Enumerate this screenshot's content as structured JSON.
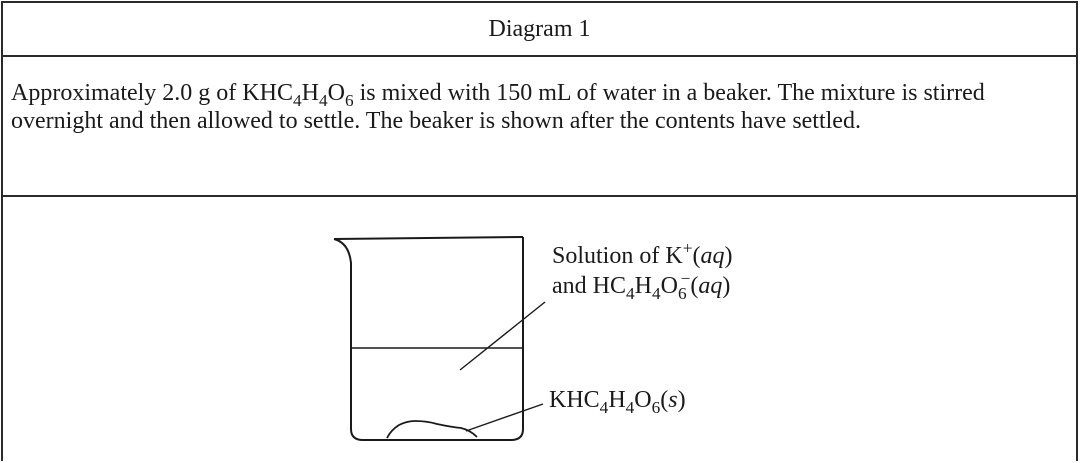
{
  "title": "Diagram 1",
  "intro": {
    "compound": {
      "base": "KHC",
      "n1": "4",
      "h": "H",
      "n2": "4",
      "o": "O",
      "n3": "6"
    },
    "before": "Approximately 2.0 g of ",
    "after": " is mixed with 150 mL of water in a beaker. The mixture is stirred overnight and then allowed to settle. The beaker is shown after the contents have settled."
  },
  "labels": {
    "solution_line1_prefix": "Solution of K",
    "solution_line1_charge": "+",
    "solution_line1_state": "aq",
    "solution_line2_prefix": "and HC",
    "solution_line2_n1": "4",
    "solution_line2_h": "H",
    "solution_line2_n2": "4",
    "solution_line2_o": "O",
    "solution_line2_n3": "6",
    "solution_line2_charge": "−",
    "solution_line2_state": "aq",
    "solid_prefix": "KHC",
    "solid_n1": "4",
    "solid_h": "H",
    "solid_n2": "4",
    "solid_o": "O",
    "solid_n3": "6",
    "solid_state": "s"
  }
}
